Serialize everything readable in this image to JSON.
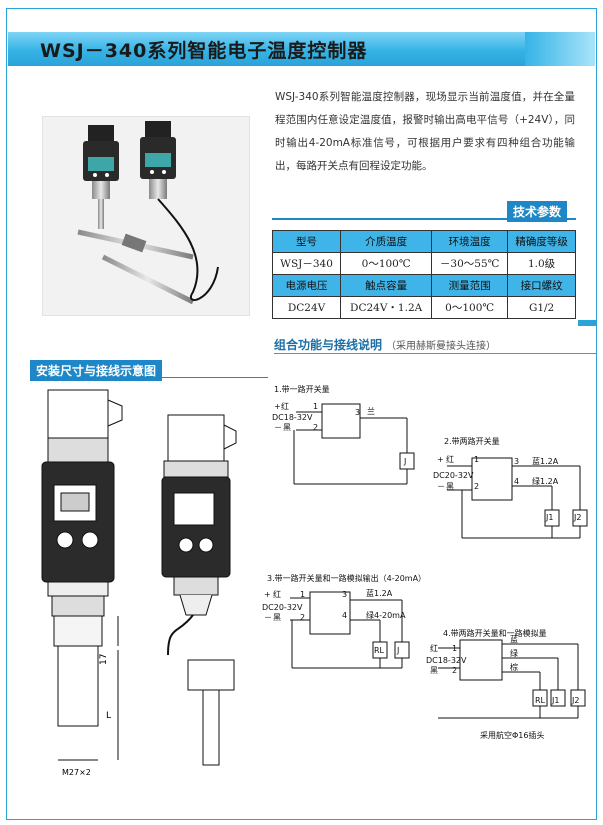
{
  "title": "WSJ－340系列智能电子温度控制器",
  "description": "WSJ-340系列智能温度控制器，现场显示当前温度值，并在全量程范围内任意设定温度值，报警时输出高电平信号（+24V），同时输出4-20mA标准信号，可根据用户要求有四种组合功能输出，每路开关点有回程设定功能。",
  "tech_section": "技术参数",
  "spec_table": {
    "rows": [
      {
        "kind": "hdr",
        "cells": [
          "型号",
          "介质温度",
          "环境温度",
          "精确度等级"
        ]
      },
      {
        "kind": "val",
        "cells": [
          "WSJ－340",
          "0～100℃",
          "－30～55℃",
          "1.0级"
        ]
      },
      {
        "kind": "hdr",
        "cells": [
          "电源电压",
          "触点容量",
          "测量范围",
          "接口螺纹"
        ]
      },
      {
        "kind": "val",
        "cells": [
          "DC24V",
          "DC24V・1.2A",
          "0～100℃",
          "G1/2"
        ]
      }
    ]
  },
  "combo_section": {
    "title": "组合功能与接线说明",
    "subtitle": "（采用赫斯曼接头连接）"
  },
  "install_section": "安装尺寸与接线示意图",
  "dimensions": {
    "height_mark": "17",
    "length_mark": "L",
    "thread_mark": "M27×2"
  },
  "diagrams": {
    "d1": {
      "title": "1.带一路开关量",
      "plus": "+",
      "minus": "－",
      "red": "红",
      "wire1": "1",
      "voltage": "DC18-32V",
      "black": "黑",
      "wire2": "2",
      "out_no": "3",
      "out_color": "兰",
      "relay": "J"
    },
    "d2": {
      "title": "2.带两路开关量",
      "plus": "+",
      "minus": "－",
      "red": "红",
      "wire1": "1",
      "voltage": "DC20-32V",
      "black": "黑",
      "wire2": "2",
      "o1_no": "3",
      "o1": "蓝1.2A",
      "o2_no": "4",
      "o2": "绿1.2A",
      "r1": "J1",
      "r2": "J2"
    },
    "d3": {
      "title": "3.带一路开关量和一路模拟输出（4-20mA）",
      "plus": "+",
      "minus": "－",
      "red": "红",
      "wire1": "1",
      "voltage": "DC20-32V",
      "black": "黑",
      "wire2": "2",
      "o1_no": "3",
      "o1": "蓝1.2A",
      "o2_no": "4",
      "o2": "绿4-20mA",
      "rl": "RL",
      "relay": "J"
    },
    "d4": {
      "title": "4.带两路开关量和一路模拟量",
      "red": "红",
      "wire1": "1",
      "voltage": "DC18-32V",
      "black": "黑",
      "wire2": "2",
      "c1": "蓝",
      "c2": "绿",
      "c3": "棕",
      "rl": "RL",
      "r1": "J1",
      "r2": "J2",
      "note": "采用航空Φ16插头"
    }
  },
  "colors": {
    "accent": "#2aa3d8",
    "header_cell": "#3fb4e8",
    "tag": "#1d87c7"
  }
}
